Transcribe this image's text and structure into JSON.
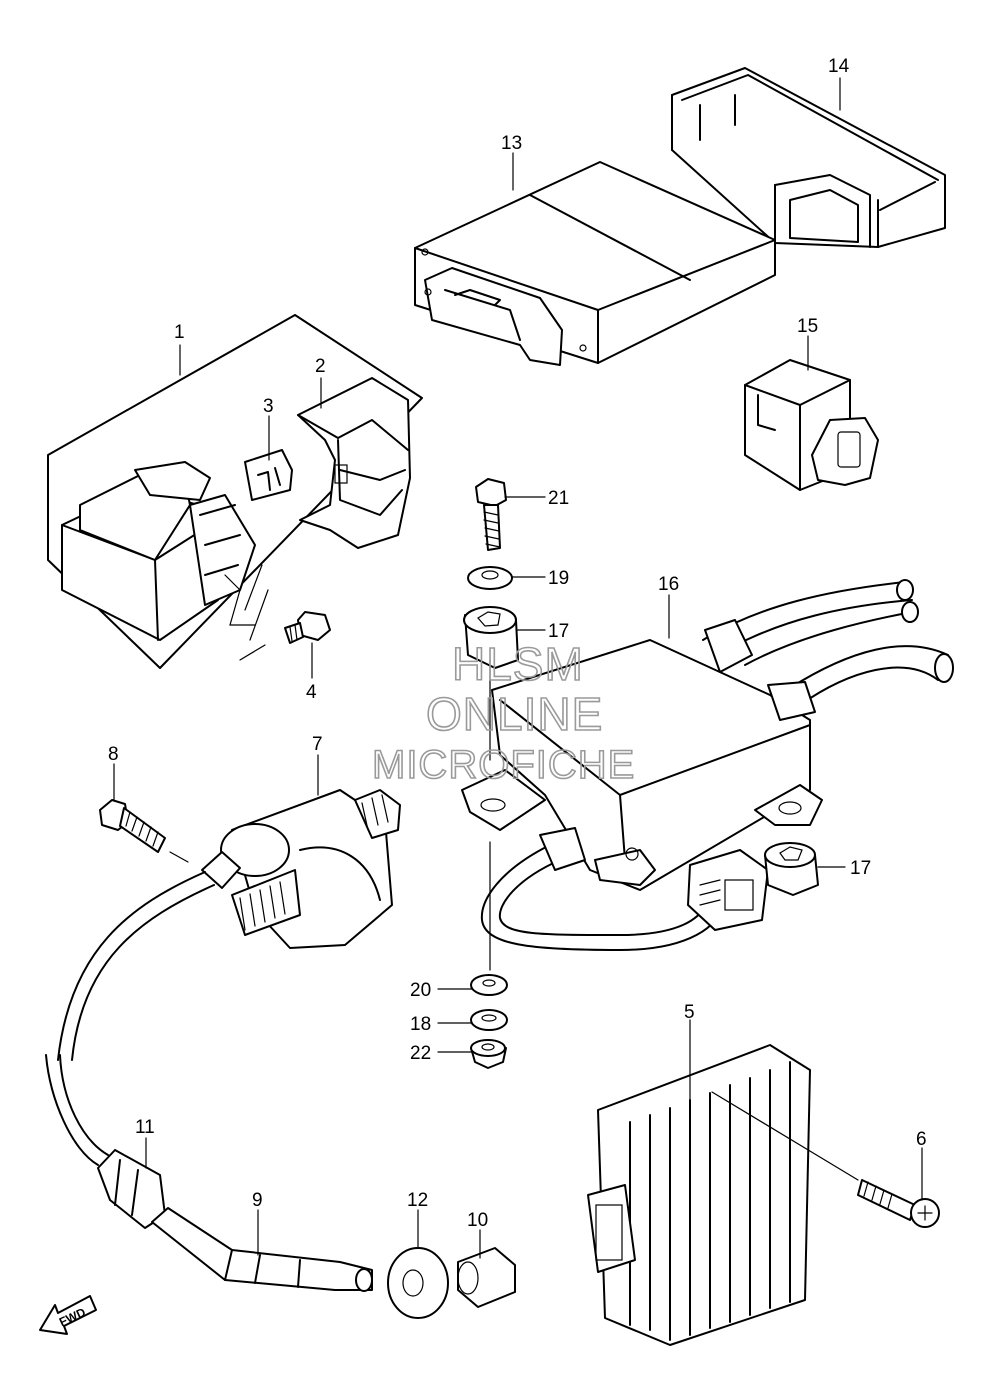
{
  "watermark": {
    "line1": "HLSM",
    "line2": "ONLINE",
    "line3": "MICROFICHE"
  },
  "direction_marker": "FWD",
  "callouts": [
    {
      "id": "c1",
      "text": "1"
    },
    {
      "id": "c2",
      "text": "2"
    },
    {
      "id": "c3",
      "text": "3"
    },
    {
      "id": "c4",
      "text": "4"
    },
    {
      "id": "c5",
      "text": "5"
    },
    {
      "id": "c6",
      "text": "6"
    },
    {
      "id": "c7",
      "text": "7"
    },
    {
      "id": "c8",
      "text": "8"
    },
    {
      "id": "c9",
      "text": "9"
    },
    {
      "id": "c10",
      "text": "10"
    },
    {
      "id": "c11",
      "text": "11"
    },
    {
      "id": "c12",
      "text": "12"
    },
    {
      "id": "c13",
      "text": "13"
    },
    {
      "id": "c14",
      "text": "14"
    },
    {
      "id": "c15",
      "text": "15"
    },
    {
      "id": "c16",
      "text": "16"
    },
    {
      "id": "c17a",
      "text": "17"
    },
    {
      "id": "c17b",
      "text": "17"
    },
    {
      "id": "c18",
      "text": "18"
    },
    {
      "id": "c19",
      "text": "19"
    },
    {
      "id": "c20",
      "text": "20"
    },
    {
      "id": "c21",
      "text": "21"
    },
    {
      "id": "c22",
      "text": "22"
    }
  ]
}
